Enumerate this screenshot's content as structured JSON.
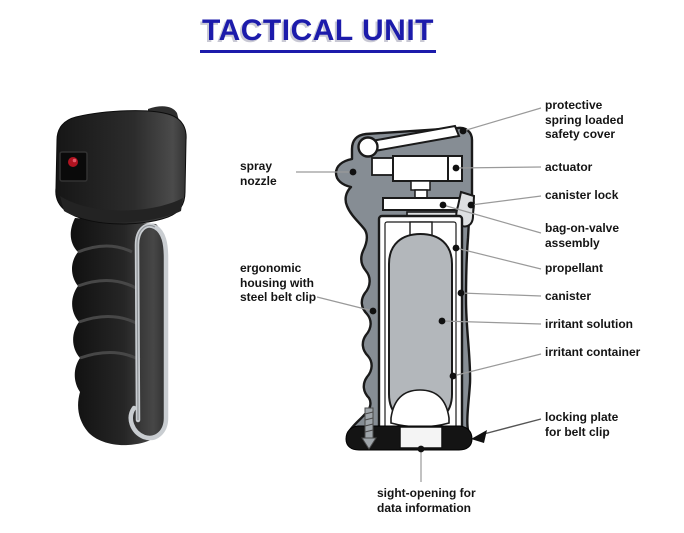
{
  "title": "TACTICAL UNIT",
  "labels": {
    "spray_nozzle": "spray\nnozzle",
    "ergonomic_housing": "ergonomic\nhousing with\nsteel belt clip",
    "safety_cover": "protective\nspring loaded\nsafety cover",
    "actuator": "actuator",
    "canister_lock": "canister lock",
    "bag_on_valve": "bag-on-valve\nassembly",
    "propellant": "propellant",
    "canister": "canister",
    "irritant_solution": "irritant solution",
    "irritant_container": "irritant container",
    "locking_plate": "locking plate\nfor belt clip",
    "sight_opening": "sight-opening for\ndata information"
  },
  "colors": {
    "title_blue": "#1c1bab",
    "housing_gray": "#868d94",
    "capsule_gray": "#b3b7bb",
    "leader_gray": "#9a9a9a",
    "device_black": "#1f1f1f",
    "clip_silver": "#c9cdd1",
    "nozzle_red": "#b01320",
    "base_black": "#141414",
    "label_black": "#141414"
  }
}
